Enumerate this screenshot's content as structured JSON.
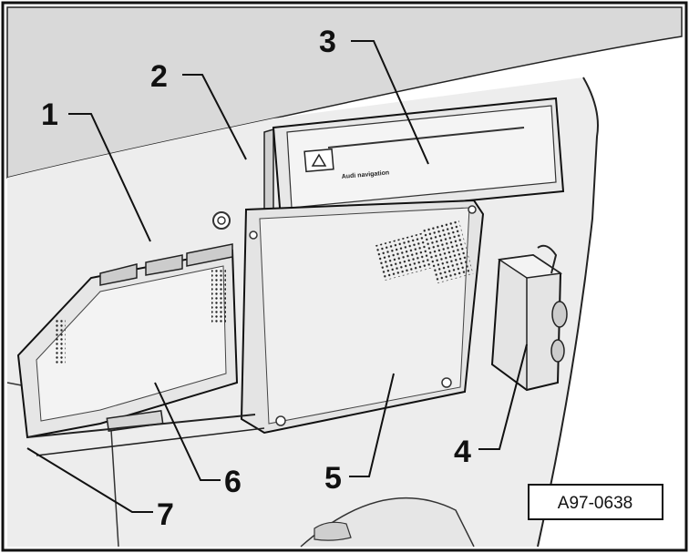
{
  "figure": {
    "reference_code": "A97-0638",
    "device_brand_text": "Audi navigation",
    "callouts": [
      "1",
      "2",
      "3",
      "4",
      "5",
      "6",
      "7"
    ]
  }
}
